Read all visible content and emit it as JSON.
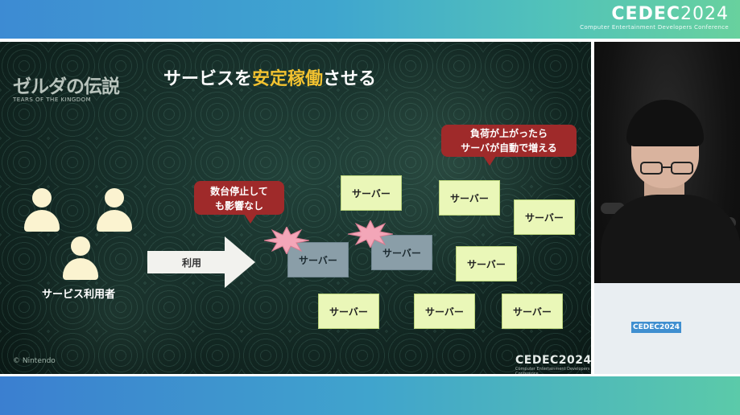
{
  "header": {
    "cedec_logo_main": "CEDEC",
    "cedec_logo_year": "2024",
    "cedec_logo_sub": "Computer Entertainment Developers Conference"
  },
  "slide": {
    "game_logo_jp": "ゼルダの伝説",
    "game_logo_en": "TEARS OF THE KINGDOM",
    "title_pre": "サービスを",
    "title_highlight": "安定稼働",
    "title_post": "させる",
    "users_label": "サービス利用者",
    "arrow_label": "利用",
    "bubble_left_line1": "数台停止して",
    "bubble_left_line2": "も影響なし",
    "bubble_right_line1": "負荷が上がったら",
    "bubble_right_line2": "サーバが自動で増える",
    "server_label": "サーバー",
    "copyright": "© Nintendo",
    "footer_logo_main": "CEDEC2024",
    "footer_logo_sub": "Computer Entertainment Developers Conference",
    "colors": {
      "title_highlight": "#f2c230",
      "server_active": "#eaf7b8",
      "server_stopped": "#8a9ea8",
      "bubble": "#9f2a2a",
      "burst": "#f3a6b8"
    }
  },
  "laptop_sticker": "CEDEC2024"
}
